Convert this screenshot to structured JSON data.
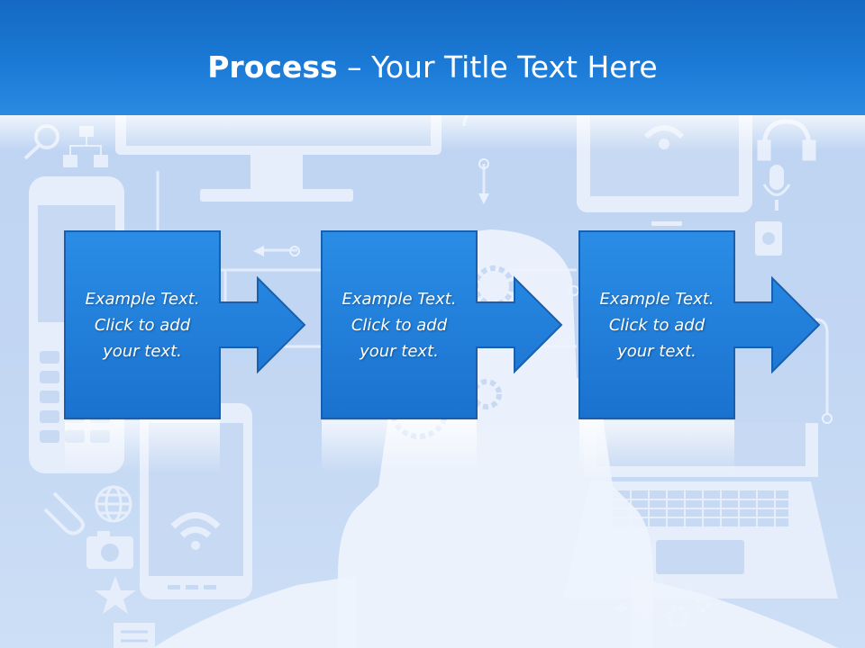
{
  "title": {
    "bold": "Process",
    "rest": " – Your Title Text Here"
  },
  "steps": [
    {
      "text": "Example Text. Click  to add your text."
    },
    {
      "text": "Example Text. Click  to add your text."
    },
    {
      "text": "Example Text. Click  to add your text."
    }
  ],
  "colors": {
    "header": "#1a76d2",
    "box": "#1f7fdd",
    "box_border": "#1a5fae",
    "background": "#c3d7f3",
    "silhouette": "#eef4fd"
  },
  "icons": [
    "monitor-icon",
    "smartphone-icon",
    "tablet-icon",
    "laptop-icon",
    "headphones-icon",
    "microphone-icon",
    "gear-icon",
    "wifi-icon",
    "globe-icon",
    "camera-icon",
    "star-icon",
    "paperclip-icon",
    "magnifier-icon",
    "sitemap-icon",
    "person-silhouette"
  ]
}
